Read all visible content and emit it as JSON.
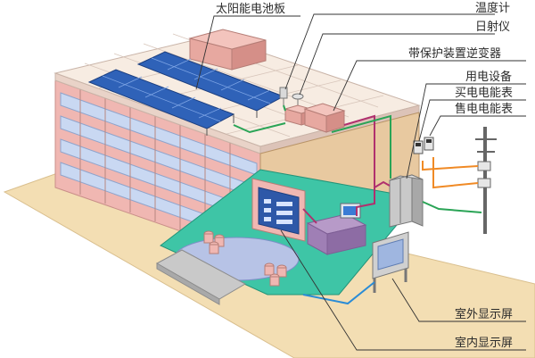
{
  "labels": {
    "solar_panel": "太阳能电池板",
    "thermometer": "温度计",
    "pyranometer": "日射仪",
    "inverter": "带保护装置逆变器",
    "load": "用电设备",
    "buy_meter": "买电电能表",
    "sell_meter": "售电电能表",
    "outdoor_display": "室外显示屏",
    "indoor_display": "室内显示屏"
  },
  "colors": {
    "ground": "#f3deb3",
    "facade": "#f0b7b2",
    "window": "#c9d8f2",
    "roof": "#f7ece2",
    "roof_grid": "#d8c6bb",
    "panel": "#2f62b8",
    "floor": "#3ec5a6",
    "wire_dc": "#2aa456",
    "wire_ac": "#b0306e",
    "wire_grid": "#f08a25",
    "wire_comm": "#2a8cd6",
    "leader": "#333333"
  }
}
